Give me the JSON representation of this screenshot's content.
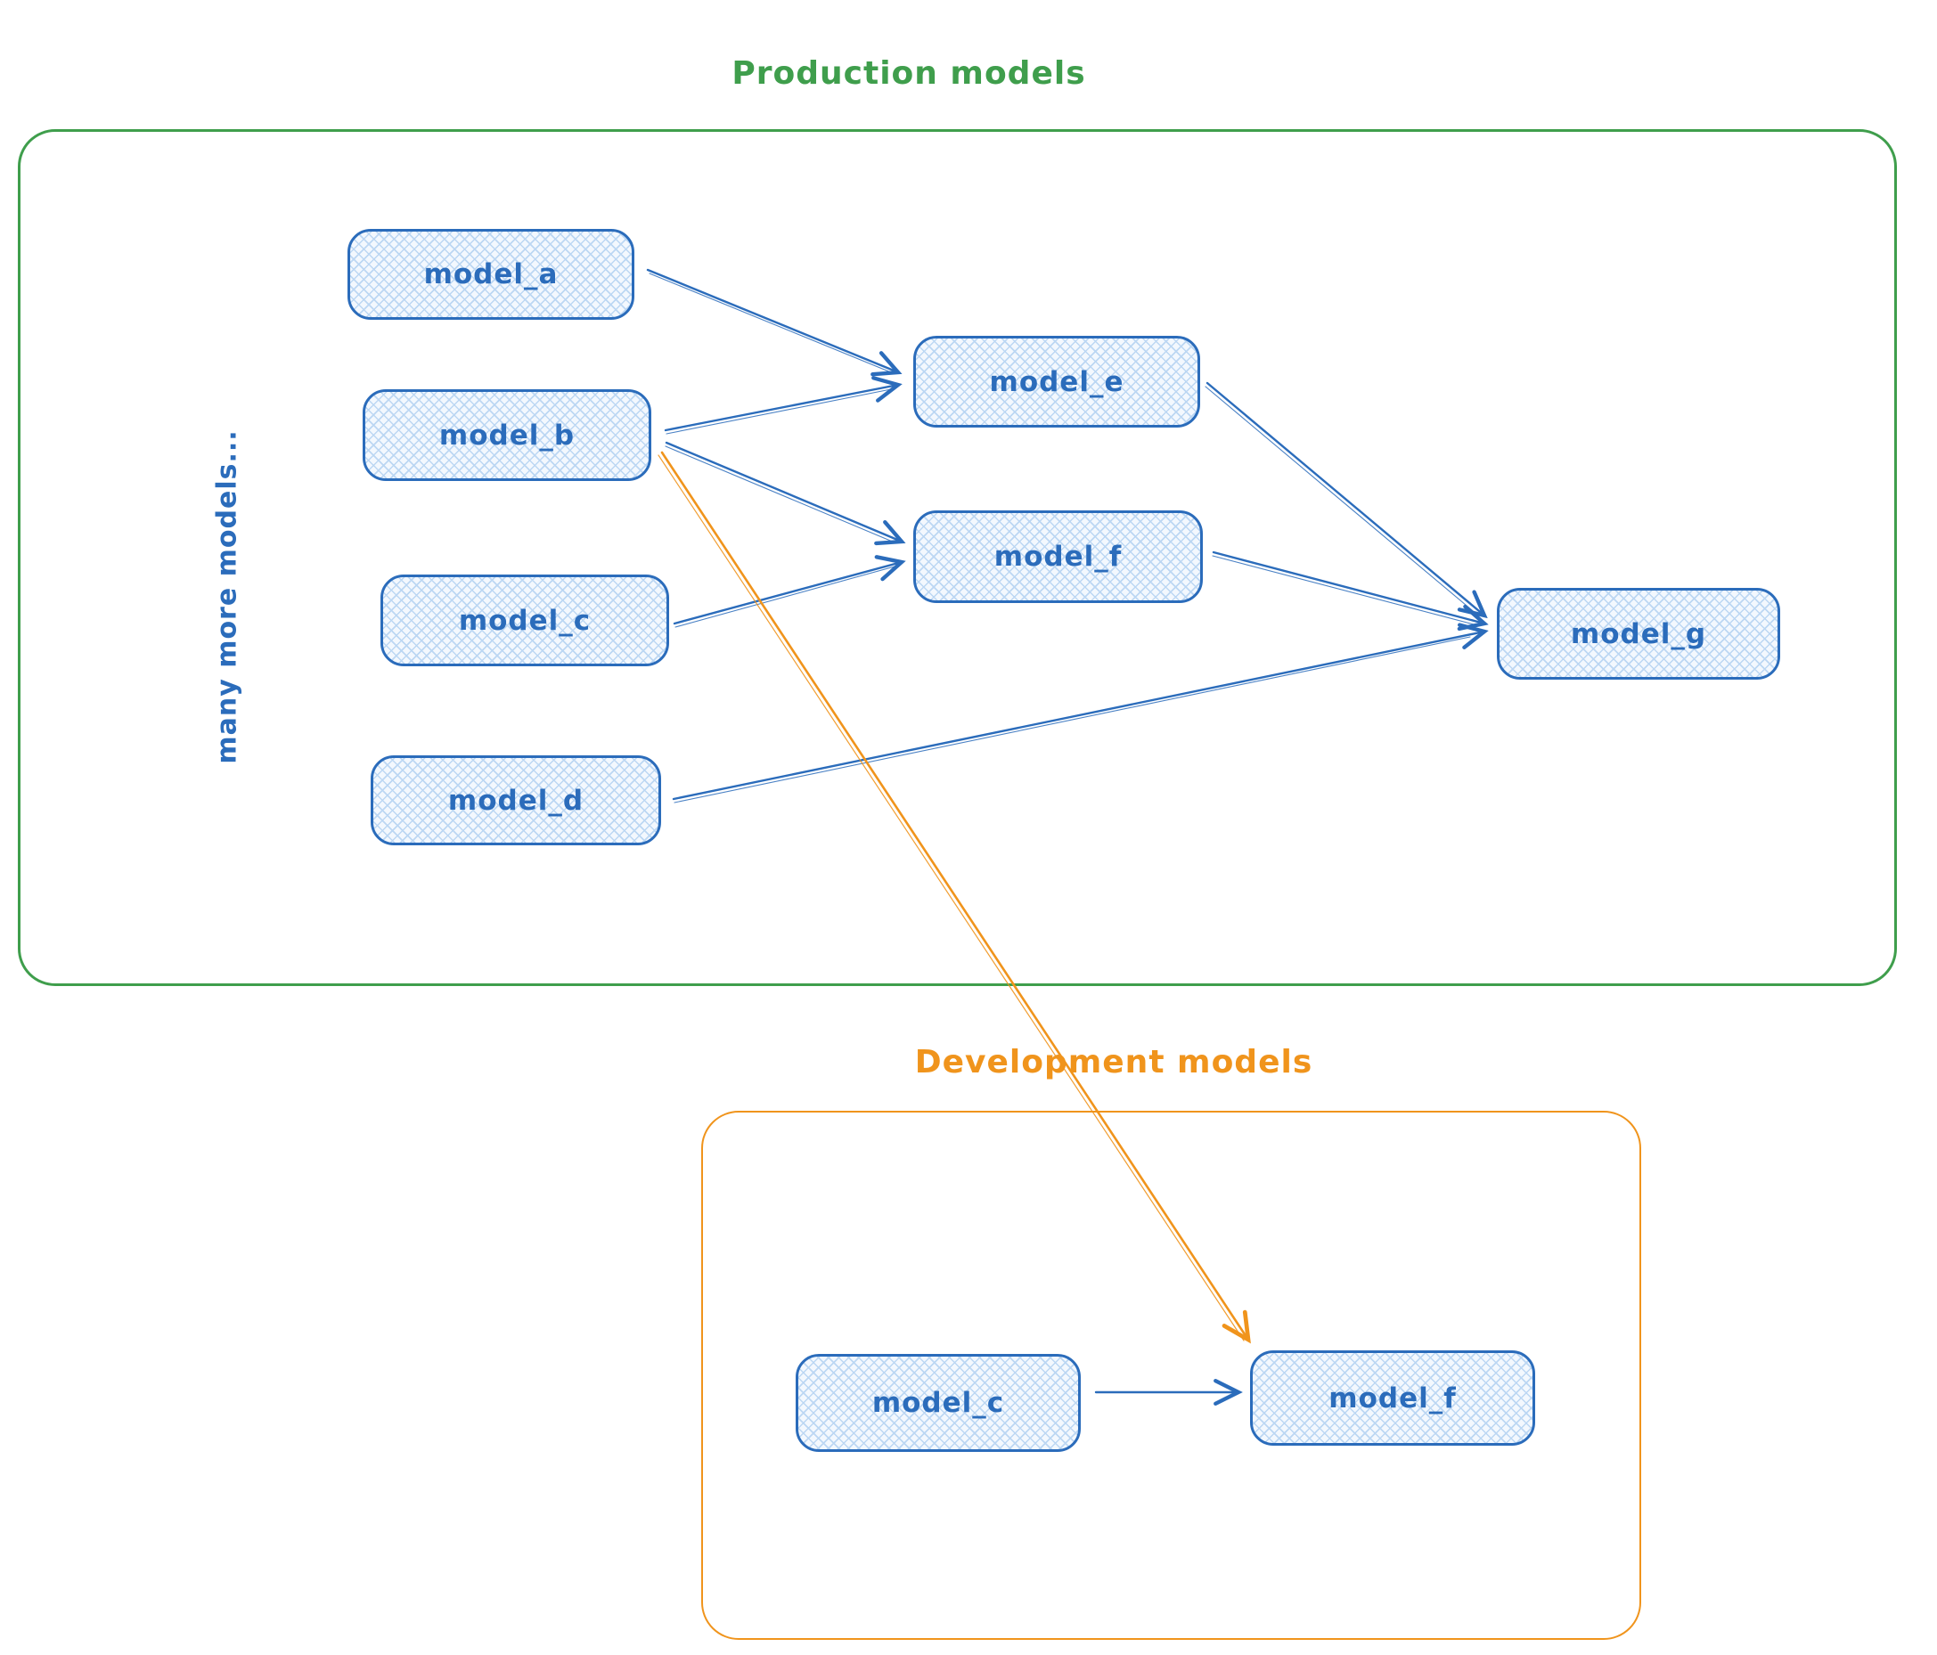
{
  "production": {
    "title": "Production models",
    "side_note": "many more models...",
    "nodes": [
      {
        "id": "model_a",
        "label": "model_a"
      },
      {
        "id": "model_b",
        "label": "model_b"
      },
      {
        "id": "model_c",
        "label": "model_c"
      },
      {
        "id": "model_d",
        "label": "model_d"
      },
      {
        "id": "model_e",
        "label": "model_e"
      },
      {
        "id": "model_f",
        "label": "model_f"
      },
      {
        "id": "model_g",
        "label": "model_g"
      }
    ],
    "edges": [
      {
        "from": "model_a",
        "to": "model_e"
      },
      {
        "from": "model_b",
        "to": "model_e"
      },
      {
        "from": "model_b",
        "to": "model_f"
      },
      {
        "from": "model_c",
        "to": "model_f"
      },
      {
        "from": "model_e",
        "to": "model_g"
      },
      {
        "from": "model_f",
        "to": "model_g"
      },
      {
        "from": "model_d",
        "to": "model_g"
      }
    ]
  },
  "development": {
    "title": "Development models",
    "nodes": [
      {
        "id": "dev_model_c",
        "label": "model_c"
      },
      {
        "id": "dev_model_f",
        "label": "model_f"
      }
    ],
    "edges": [
      {
        "from": "model_c",
        "to": "model_f"
      }
    ]
  },
  "cross_edge": {
    "from": "production.model_b",
    "to": "development.model_f",
    "color": "#f0941c"
  },
  "colors": {
    "node_stroke": "#2b6cbb",
    "node_fill_hatch": "#bcd7f3",
    "node_fill_bg": "#f3f8fe",
    "edge_blue": "#2b6cbb",
    "production_frame": "#3f9e4c",
    "development_frame": "#f0941c"
  }
}
